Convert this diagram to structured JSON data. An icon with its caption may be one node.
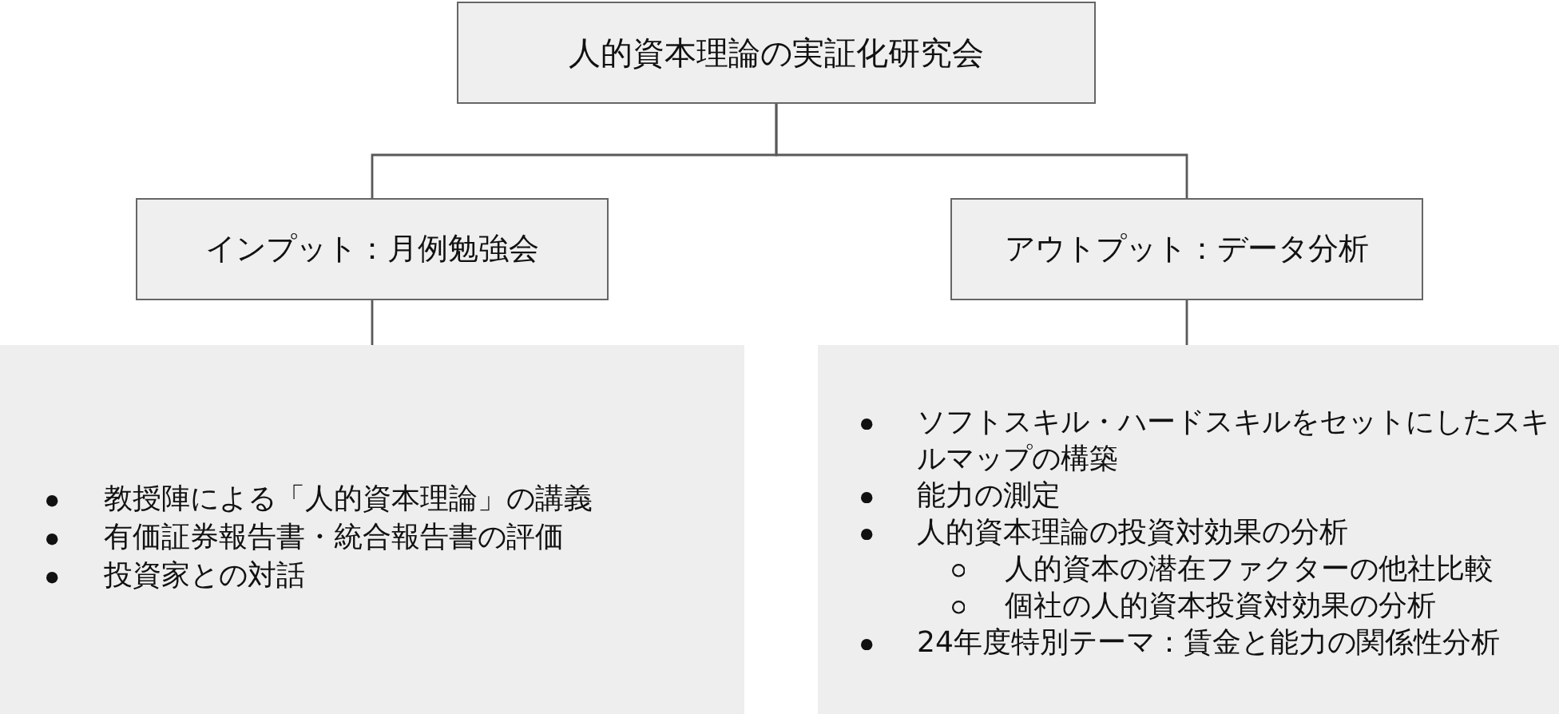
{
  "diagram": {
    "nodes": [
      {
        "text": [
          "人的資本理論の実証化研究会"
        ]
      },
      {
        "text": [
          "インプット：月例勉強会"
        ]
      },
      {
        "text": [
          "アウトプット：データ分析"
        ]
      },
      {
        "text": [
          "教授陣による「人的資本理論」の講義",
          "有価証券報告書・統合報告書の評価",
          "投資家との対話"
        ]
      },
      {
        "text": [
          "ソフトスキル・ハードスキルをセットにしたスキルマップの構築",
          "能力の測定",
          "人的資本理論の投資対効果の分析",
          "人的資本の潜在ファクターの他社比較",
          "個社の人的資本投資対効果の分析",
          "24年度特別テーマ：賃金と能力の関係性分析"
        ]
      }
    ],
    "edges": [
      {
        "from": 0,
        "to": 1,
        "arrow": "none"
      },
      {
        "from": 0,
        "to": 2,
        "arrow": "none"
      },
      {
        "from": 1,
        "to": 3,
        "arrow": "none"
      },
      {
        "from": 2,
        "to": 4,
        "arrow": "none"
      }
    ]
  }
}
